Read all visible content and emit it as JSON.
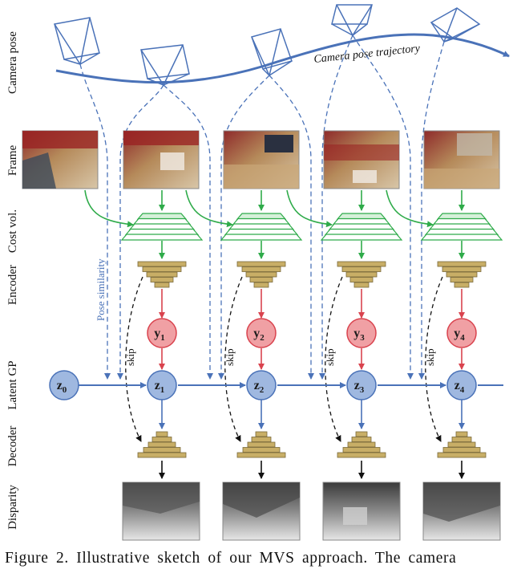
{
  "row_labels": {
    "camera_pose": "Camera pose",
    "frame": "Frame",
    "cost_vol": "Cost vol.",
    "encoder": "Encoder",
    "latent_gp": "Latent GP",
    "decoder": "Decoder",
    "disparity": "Disparity"
  },
  "annotations": {
    "trajectory": "Camera pose trajectory",
    "pose_similarity": "Pose similarity",
    "skip": "skip"
  },
  "nodes": {
    "z_base": "z",
    "y_base": "y",
    "z_subscripts": [
      "0",
      "1",
      "2",
      "3",
      "4"
    ],
    "y_subscripts": [
      "1",
      "2",
      "3",
      "4"
    ]
  },
  "caption": "Figure 2.  Illustrative sketch of our MVS approach.  The camera",
  "colors": {
    "blue": "#4a72b8",
    "node_blue": "#9fb8e0",
    "green": "#2fab4a",
    "green_fill": "#d6f0da",
    "red": "#d9434e",
    "node_red": "#f0a0a4",
    "gold": "#c8ae66",
    "gold_dark": "#7a6a3a"
  }
}
